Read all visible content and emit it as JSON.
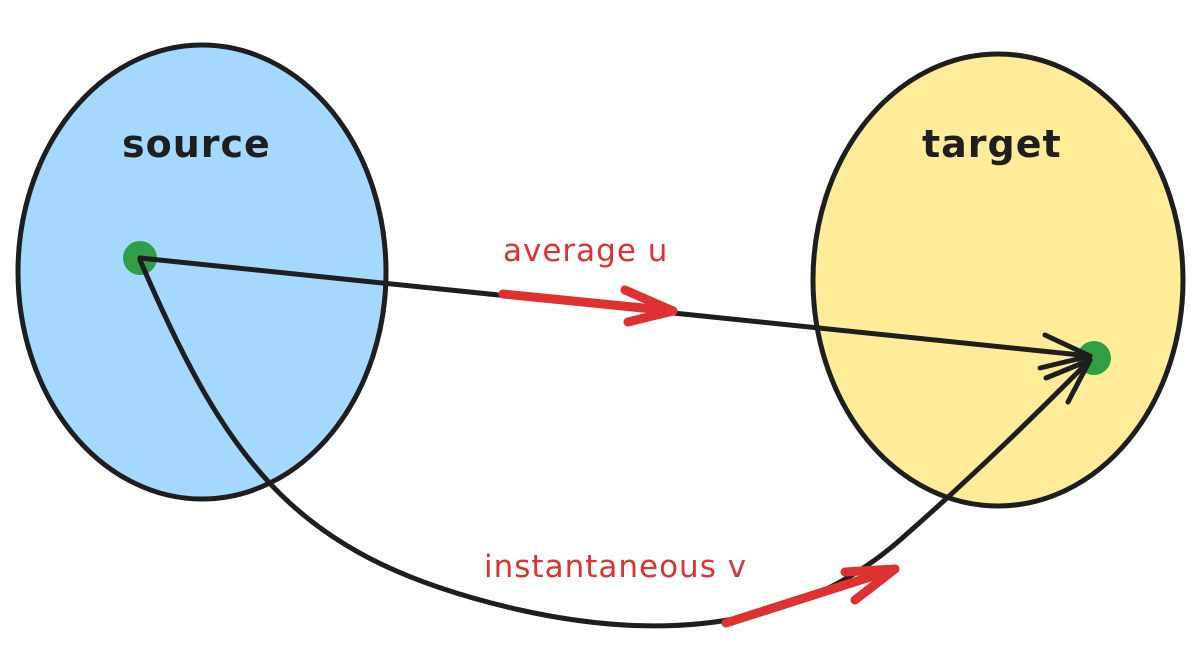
{
  "diagram": {
    "nodes": [
      {
        "id": "source",
        "label": "source",
        "fill": "#a5d8ff",
        "stroke": "#1e1e1e"
      },
      {
        "id": "target",
        "label": "target",
        "fill": "#ffec99",
        "stroke": "#1e1e1e"
      }
    ],
    "points": {
      "source_point_color": "#2f9e44",
      "target_point_color": "#2f9e44"
    },
    "edges": [
      {
        "id": "straight",
        "from": "source",
        "to": "target",
        "label": "average u",
        "label_color": "#e03131"
      },
      {
        "id": "curved",
        "from": "source",
        "to": "target",
        "label": "instantaneous v",
        "label_color": "#e03131"
      }
    ],
    "colors": {
      "stroke": "#1e1e1e",
      "accent": "#e03131",
      "background": "#ffffff"
    }
  }
}
